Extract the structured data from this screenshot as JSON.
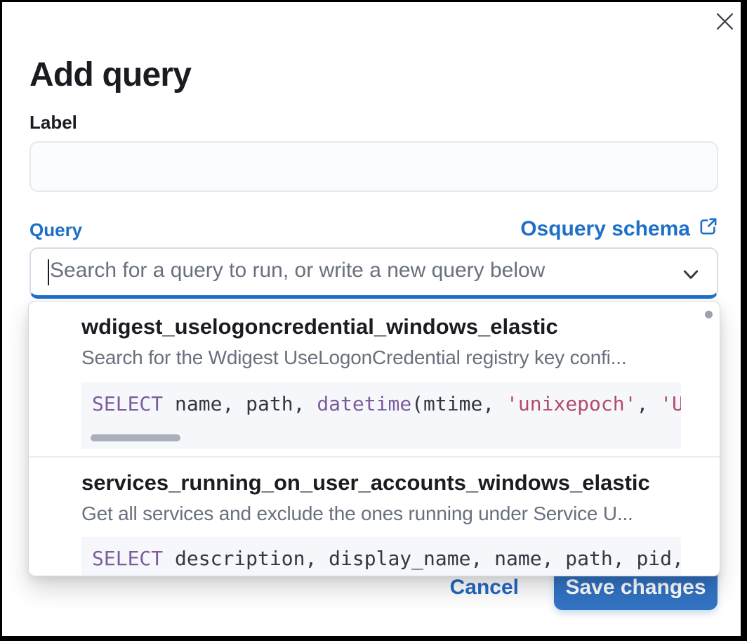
{
  "modal": {
    "title": "Add query",
    "label_field": {
      "label": "Label",
      "value": ""
    },
    "query_field": {
      "label": "Query",
      "schema_link_label": "Osquery schema",
      "combobox_placeholder": "Search for a query to run, or write a new query below"
    },
    "footer": {
      "cancel_label": "Cancel",
      "save_label": "Save changes"
    }
  },
  "dropdown_options": [
    {
      "name": "wdigest_uselogoncredential_windows_elastic",
      "description": "Search for the Wdigest UseLogonCredential registry key confi...",
      "code_tokens": [
        {
          "text": "SELECT",
          "type": "keyword"
        },
        {
          "text": " name, path, ",
          "type": "plain"
        },
        {
          "text": "datetime",
          "type": "keyword"
        },
        {
          "text": "(mtime, ",
          "type": "plain"
        },
        {
          "text": "'unixepoch'",
          "type": "string"
        },
        {
          "text": ", ",
          "type": "plain"
        },
        {
          "text": "'U",
          "type": "string"
        }
      ]
    },
    {
      "name": "services_running_on_user_accounts_windows_elastic",
      "description": "Get all services and exclude the ones running under Service U...",
      "code_tokens": [
        {
          "text": "SELECT",
          "type": "keyword"
        },
        {
          "text": " description, display_name, name, path, pid,",
          "type": "plain"
        }
      ]
    }
  ],
  "colors": {
    "primary_link": "#1e6fc7",
    "save_button_fill": "#3273c3",
    "text": "#1a1c21",
    "subdued_text": "#69707d",
    "code_background": "#f5f7fa",
    "code_keyword": "#7d5b9e",
    "code_string": "#b34a6e"
  }
}
